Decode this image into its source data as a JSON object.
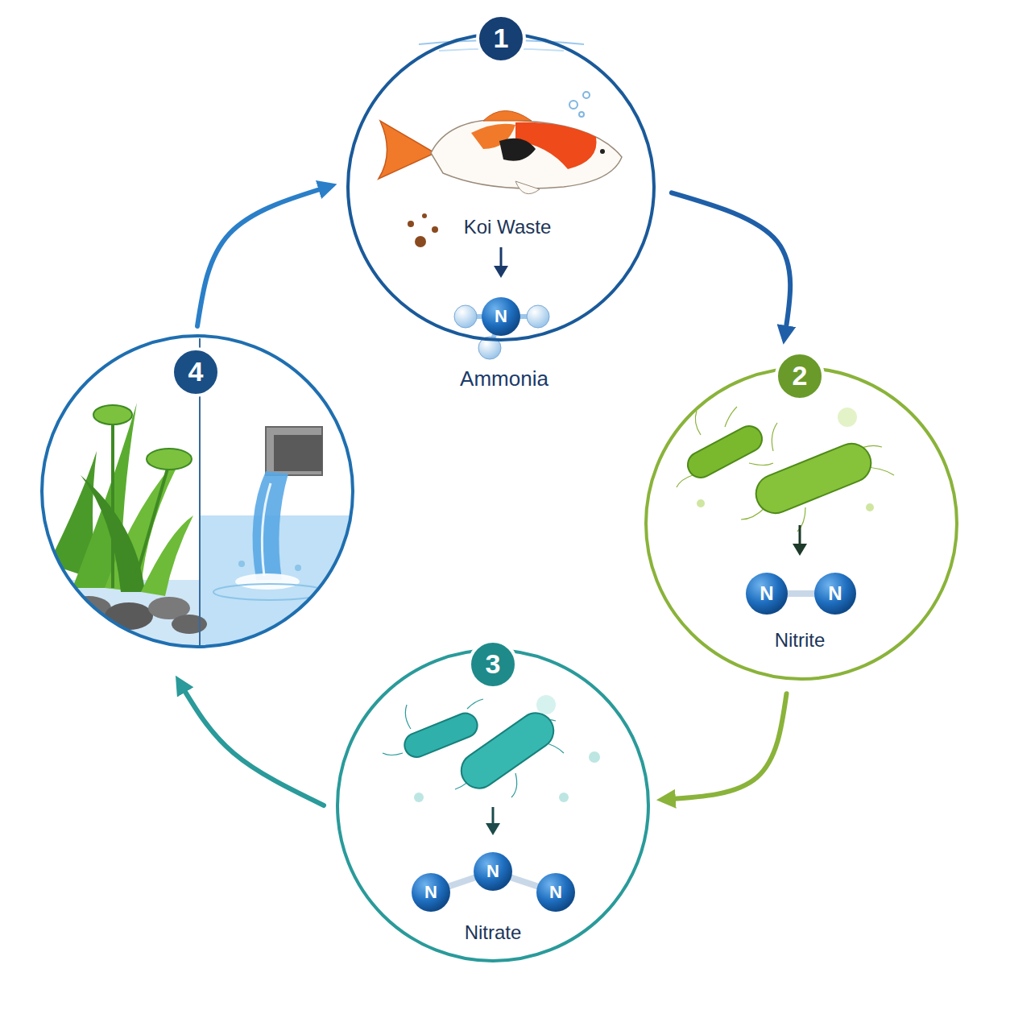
{
  "diagram": {
    "nodes": [
      {
        "text": [
          "1",
          "Koi Waste",
          "N",
          "Ammonia"
        ]
      },
      {
        "text": [
          "2",
          "N",
          "N",
          "Nitrite"
        ]
      },
      {
        "text": [
          "3",
          "N",
          "N",
          "N",
          "Nitrate"
        ]
      },
      {
        "text": [
          "4"
        ]
      }
    ],
    "edges": [
      {
        "from": 0,
        "to": 1,
        "arrow": "to"
      },
      {
        "from": 1,
        "to": 2,
        "arrow": "to"
      },
      {
        "from": 2,
        "to": 3,
        "arrow": "to"
      },
      {
        "from": 3,
        "to": 0,
        "arrow": "to"
      }
    ]
  }
}
